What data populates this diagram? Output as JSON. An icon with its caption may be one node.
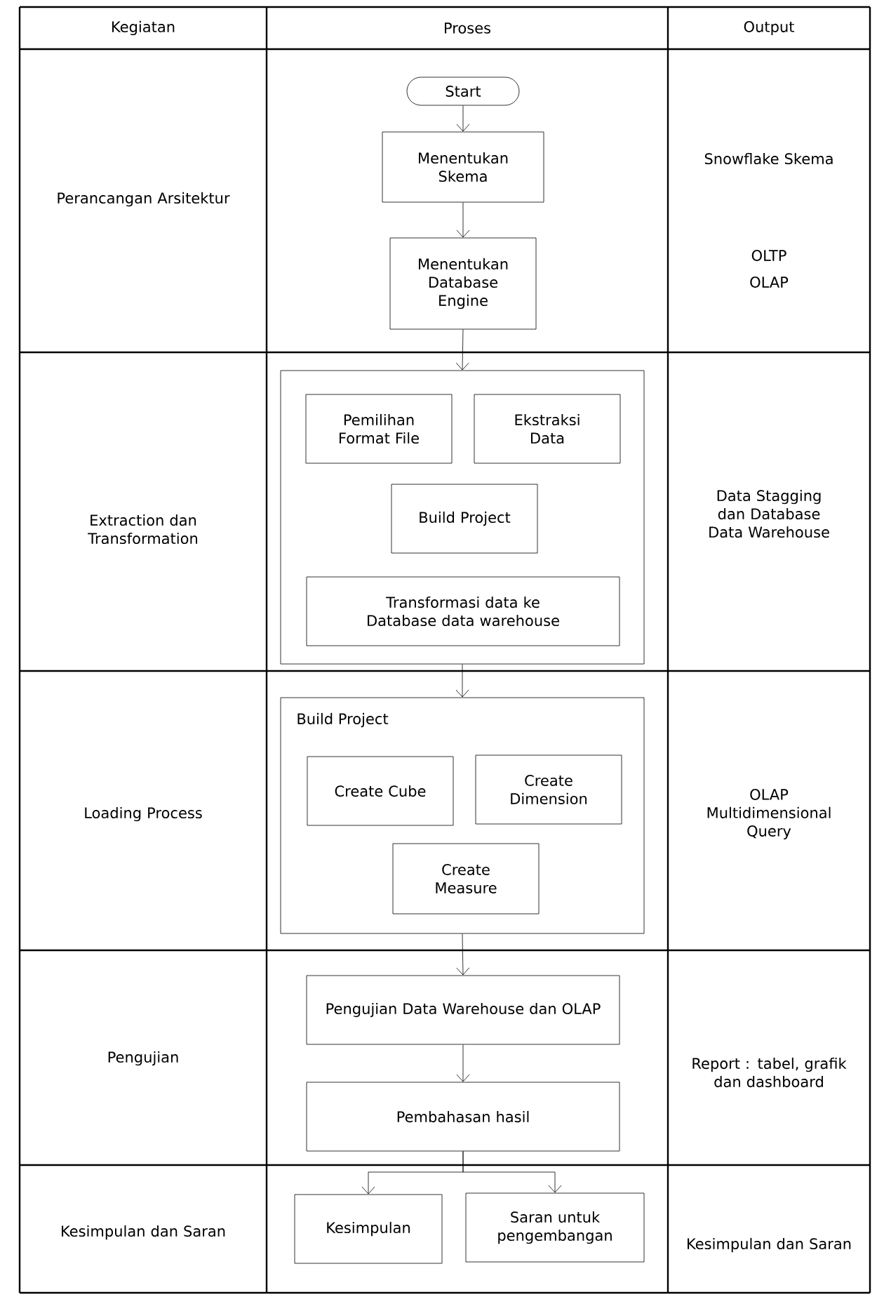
{
  "diagram": {
    "nodes": [
      {
        "text": [
          "Start"
        ]
      },
      {
        "text": [
          "Menentukan Skema"
        ]
      },
      {
        "text": [
          "Menentukan Database Engine"
        ]
      },
      {
        "text": [],
        "shape": "box"
      },
      {
        "text": [
          "Pemilihan Format File"
        ],
        "in": 3
      },
      {
        "text": [
          "Ekstraksi Data"
        ],
        "in": 3
      },
      {
        "text": [
          "Build Project"
        ],
        "in": 3
      },
      {
        "text": [
          "Transformasi data ke Database data warehouse"
        ],
        "in": 3
      },
      {
        "text": [
          "Build Project"
        ]
      },
      {
        "text": [
          "Create Cube"
        ],
        "in": 8
      },
      {
        "text": [
          "Create Dimension"
        ],
        "in": 8
      },
      {
        "text": [
          "Create Measure"
        ],
        "in": 8
      },
      {
        "text": [
          "Pengujian Data Warehouse dan OLAP"
        ]
      },
      {
        "text": [
          "Pembahasan hasil"
        ]
      },
      {
        "text": [
          "Kesimpulan"
        ]
      },
      {
        "text": [
          "Saran untuk pengembangan"
        ]
      }
    ],
    "edges": [
      {
        "from": 0,
        "to": 1,
        "arrow": "to"
      },
      {
        "from": 1,
        "to": 2,
        "arrow": "to"
      },
      {
        "from": 2,
        "to": 3,
        "arrow": "to"
      },
      {
        "from": 3,
        "to": 8,
        "arrow": "to"
      },
      {
        "from": 8,
        "to": 12,
        "arrow": "to"
      },
      {
        "from": 12,
        "to": 13,
        "arrow": "to"
      },
      {
        "from": 13,
        "to": 14,
        "arrow": "to"
      },
      {
        "from": 13,
        "to": 15,
        "arrow": "to"
      }
    ],
    "labels": [
      "Kegiatan",
      "Proses",
      "Output",
      "Perancangan Arsitektur",
      "Snowflake Skema",
      "OLTP",
      "OLAP",
      "Extraction dan Transformation",
      "Data Stagging dan Database Data Warehouse",
      "Loading Process",
      "OLAP Multidimensional Query",
      "Pengujian",
      "Report : tabel, grafik dan dashboard",
      "Kesimpulan dan Saran",
      "Kesimpulan dan Saran"
    ]
  }
}
